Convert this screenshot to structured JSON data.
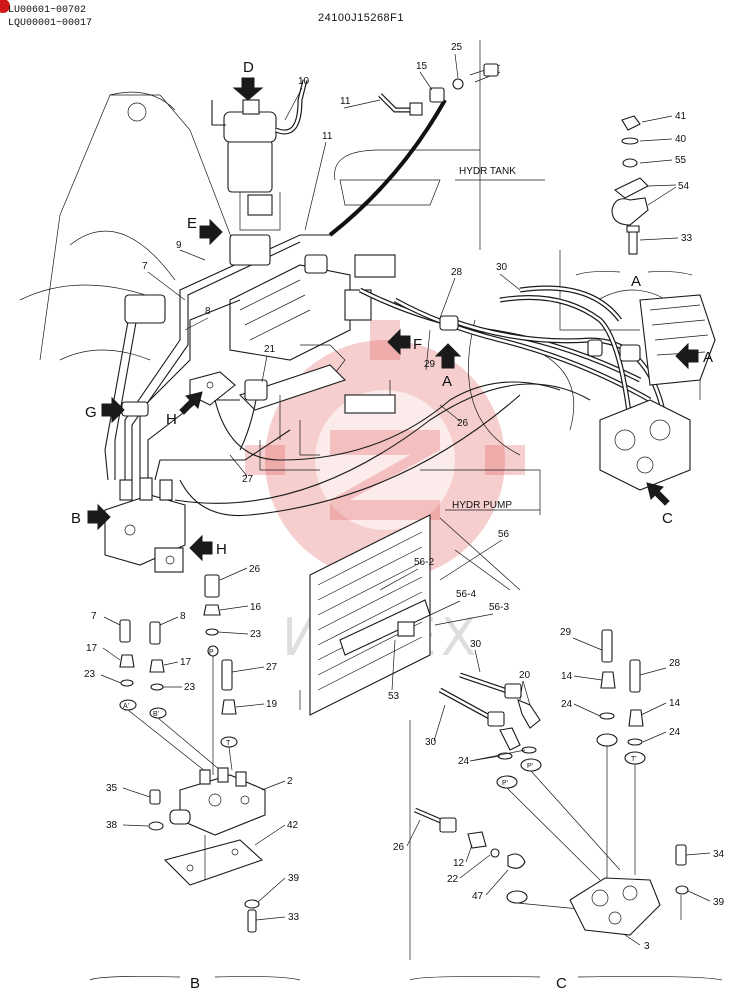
{
  "header": {
    "serial_line_1": "LU00601~00702",
    "serial_line_2": "LQU00001~00017",
    "drawing_code": "24100J15268F1"
  },
  "area_labels": {
    "hydr_tank": "HYDR TANK",
    "hydr_pump": "HYDR PUMP"
  },
  "view_arrows": [
    "A",
    "A",
    "B",
    "C",
    "D",
    "E",
    "F",
    "G",
    "H",
    "H"
  ],
  "section_labels": {
    "a": "A",
    "b": "B",
    "c": "C"
  },
  "port_marks": {
    "a1": "A'",
    "b1": "B'",
    "p": "P",
    "t": "T",
    "pc": "P'",
    "pc2": "P'",
    "tc": "T'"
  },
  "watermark": "ИНТЕХ",
  "part_numbers": {
    "main": [
      "10",
      "11",
      "11",
      "15",
      "25",
      "9",
      "7",
      "8",
      "21",
      "28",
      "30",
      "29",
      "27",
      "26",
      "56",
      "56-2",
      "56-4",
      "56-3",
      "53"
    ],
    "detail_a": [
      "41",
      "40",
      "55",
      "54",
      "33"
    ],
    "detail_b": [
      "26",
      "16",
      "23",
      "7",
      "8",
      "17",
      "17",
      "23",
      "23",
      "27",
      "19",
      "2",
      "35",
      "38",
      "42",
      "39",
      "33"
    ],
    "detail_c": [
      "30",
      "20",
      "30",
      "29",
      "28",
      "14",
      "14",
      "24",
      "24",
      "24",
      "26",
      "12",
      "22",
      "47",
      "34",
      "39",
      "3"
    ]
  }
}
